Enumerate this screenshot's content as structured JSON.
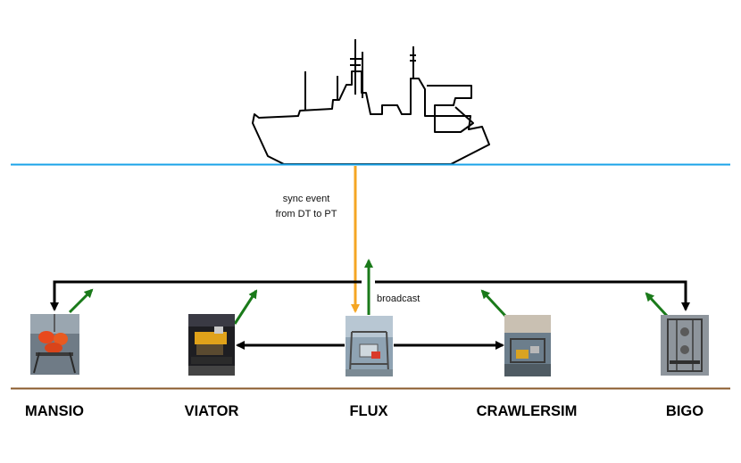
{
  "annotations": {
    "sync_line1": "sync event",
    "sync_line2": "from DT to PT",
    "broadcast": "broadcast"
  },
  "nodes": [
    {
      "name": "MANSIO"
    },
    {
      "name": "VIATOR"
    },
    {
      "name": "FLUX"
    },
    {
      "name": "CRAWLERSIM"
    },
    {
      "name": "BIGO"
    }
  ],
  "colors": {
    "water_line": "#1aa3e8",
    "seabed_line": "#8a5a2b",
    "sync_arrow": "#f5a623",
    "broadcast_arrow": "#1a7a1a",
    "link_arrow": "#000000"
  }
}
